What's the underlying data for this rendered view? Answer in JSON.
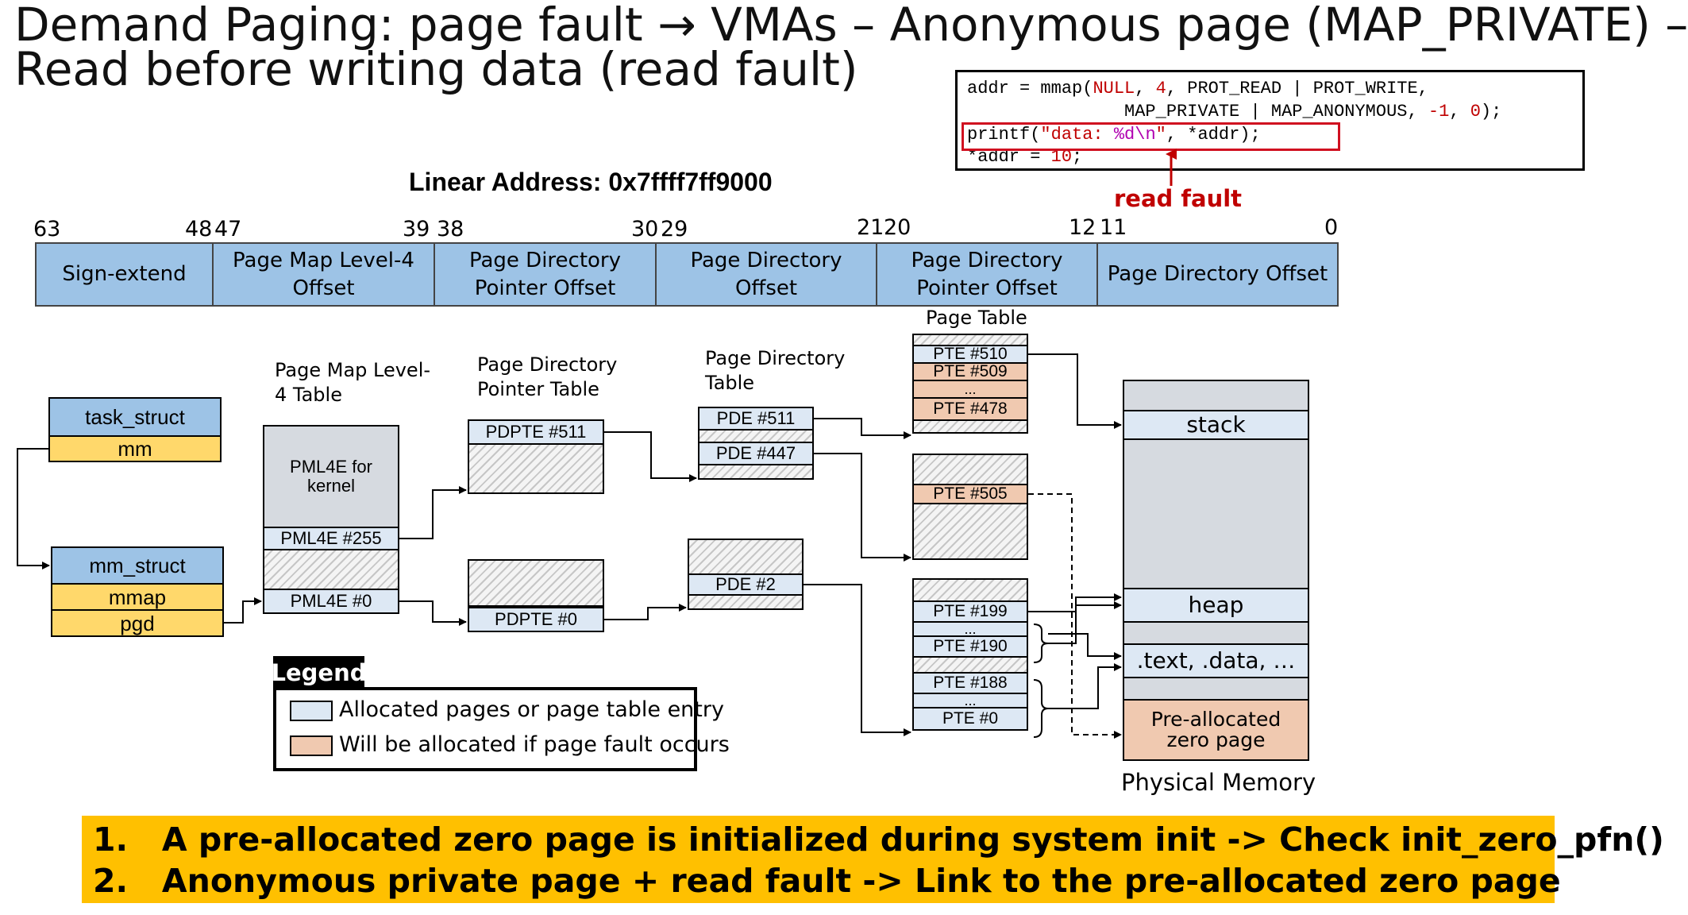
{
  "title": {
    "line1": "Demand Paging: page fault → VMAs – Anonymous page (MAP_PRIVATE) –",
    "line2": "Read before writing data (read fault)"
  },
  "code": {
    "l1_a": "addr = mmap(",
    "l1_null": "NULL",
    "l1_b": ", ",
    "l1_4": "4",
    "l1_c": ", PROT_READ | PROT_WRITE,",
    "l2_a": "               MAP_PRIVATE | MAP_ANONYMOUS, ",
    "l2_m1": "-1",
    "l2_b": ", ",
    "l2_0": "0",
    "l2_c": ");",
    "l3_a": "printf(",
    "l3_str1": "\"data: ",
    "l3_fmt": "%d\\n",
    "l3_str2": "\"",
    "l3_b": ", *addr);",
    "l4_a": "*addr = ",
    "l4_10": "10",
    "l4_b": ";"
  },
  "read_fault_label": "read fault",
  "linear_address": "Linear Address: 0x7ffff7ff9000",
  "bit_labels": [
    "63",
    "48",
    "47",
    "39",
    "38",
    "30",
    "29",
    "21",
    "20",
    "12",
    "11",
    "0"
  ],
  "address_fields": [
    "Sign-extend",
    "Page Map Level-4 Offset",
    "Page Directory Pointer Offset",
    "Page Directory Offset",
    "Page Directory Pointer Offset",
    "Page Directory Offset"
  ],
  "task_struct": {
    "title": "task_struct",
    "field": "mm"
  },
  "mm_struct": {
    "title": "mm_struct",
    "fields": [
      "mmap",
      "pgd"
    ]
  },
  "pml4": {
    "label": "Page Map Level-4 Table",
    "kernel": "PML4E for kernel",
    "e255": "PML4E #255",
    "e0": "PML4E #0"
  },
  "pdpt": {
    "label": "Page Directory Pointer Table",
    "e511": "PDPTE #511",
    "e0": "PDPTE #0"
  },
  "pd": {
    "label": "Page Directory Table",
    "e511": "PDE #511",
    "e447": "PDE #447",
    "e2": "PDE #2"
  },
  "pt": {
    "label": "Page Table",
    "t1": [
      "PTE #510",
      "PTE #509",
      "...",
      "PTE #478"
    ],
    "t2": [
      "PTE #505"
    ],
    "t3": [
      "PTE #199",
      "...",
      "PTE #190",
      "PTE #188",
      "...",
      "PTE #0"
    ]
  },
  "phys": {
    "label": "Physical Memory",
    "stack": "stack",
    "heap": "heap",
    "text": ".text, .data, …",
    "zero": "Pre-allocated zero page"
  },
  "legend": {
    "title": "Legend",
    "allocated": "Allocated pages or page table entry",
    "will_allocate": "Will be allocated if page fault occurs"
  },
  "notes": [
    "1.   A pre-allocated zero page is initialized during system init -> Check init_zero_pfn()",
    "2.   Anonymous private page + read fault -> Link to the pre-allocated zero page"
  ],
  "colors": {
    "header_blue": "#9dc3e6",
    "light_blue": "#dde8f4",
    "yellow": "#ffd86b",
    "peach": "#f0c9b0",
    "banner": "#ffc000",
    "red": "#c00000"
  }
}
